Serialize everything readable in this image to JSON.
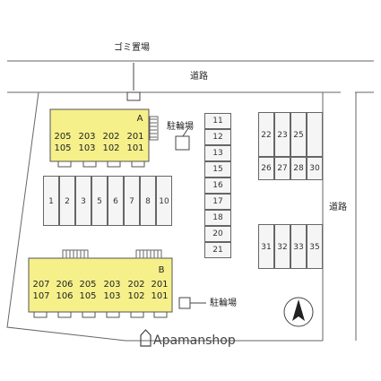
{
  "map": {
    "garbage_label": "ゴミ置場",
    "road_top_label": "道路",
    "road_right_label": "道路",
    "bike_label_a": "駐輪場",
    "bike_label_b": "駐輪場",
    "watermark": "Apamanshop",
    "building_a": {
      "label": "A",
      "units": [
        [
          "205",
          "105"
        ],
        [
          "203",
          "103"
        ],
        [
          "202",
          "102"
        ],
        [
          "201",
          "101"
        ]
      ]
    },
    "building_b": {
      "label": "B",
      "units": [
        [
          "207",
          "107"
        ],
        [
          "206",
          "106"
        ],
        [
          "205",
          "105"
        ],
        [
          "203",
          "103"
        ],
        [
          "202",
          "102"
        ],
        [
          "201",
          "101"
        ]
      ]
    },
    "parking_row": [
      "1",
      "2",
      "3",
      "5",
      "6",
      "7",
      "8",
      "10"
    ],
    "parking_col": [
      "11",
      "12",
      "13",
      "15",
      "16",
      "17",
      "18",
      "20",
      "21"
    ],
    "parking_right_top": [
      "22",
      "23",
      "25"
    ],
    "parking_right_mid": [
      "26",
      "27",
      "28",
      "30"
    ],
    "parking_right_bottom": [
      "31",
      "32",
      "33",
      "35"
    ],
    "colors": {
      "building": "#f5f08a",
      "outline": "#555555",
      "road": "#ffffff"
    },
    "north_icon": "north-arrow-icon"
  }
}
